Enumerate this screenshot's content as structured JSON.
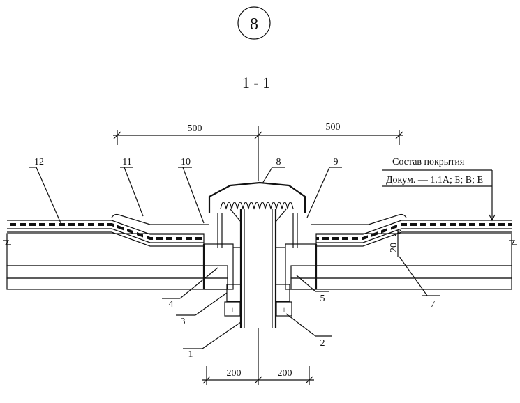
{
  "sheet_number": "8",
  "section_label": "1 - 1",
  "dimensions": {
    "top_left": "500",
    "top_right": "500",
    "bottom_left": "200",
    "bottom_right": "200",
    "slope_offset": "20"
  },
  "callouts": {
    "c1": "1",
    "c2": "2",
    "c3": "3",
    "c4": "4",
    "c5": "5",
    "c7": "7",
    "c8": "8",
    "c9": "9",
    "c10": "10",
    "c11": "11",
    "c12": "12"
  },
  "roof_composition": {
    "title": "Состав покрытия",
    "reference": "Докум. — 1.1А; Б; В; Е"
  }
}
